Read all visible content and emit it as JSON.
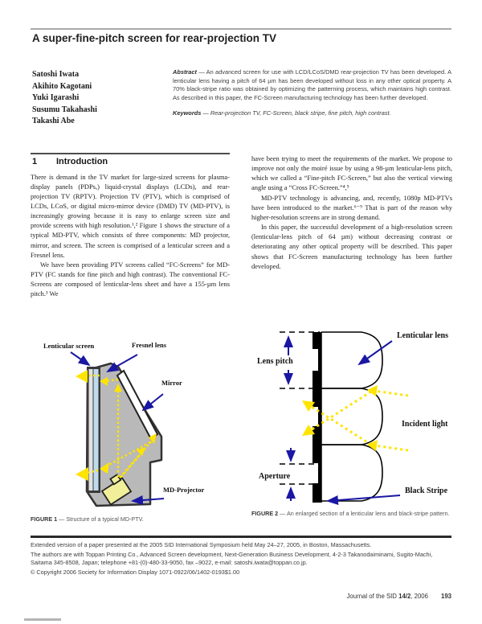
{
  "header": {
    "title": "A super-fine-pitch screen for rear-projection TV",
    "authors": [
      "Satoshi Iwata",
      "Akihito Kagotani",
      "Yuki Igarashi",
      "Susumu Takahashi",
      "Takashi Abe"
    ],
    "abstract": {
      "label": "Abstract",
      "text": " — An advanced screen for use with LCD/LCoS/DMD rear-projection TV has been developed. A lenticular lens having a pitch of 64 µm has been developed without loss in any other optical property. A 70% black-stripe ratio was obtained by optimizing the patterning process, which maintains high contrast. As described in this paper, the FC-Screen manufacturing technology has been further developed.",
      "keywords_label": "Keywords",
      "keywords_text": " — Rear-projection TV, FC-Screen, black stripe, fine pitch, high contrast."
    }
  },
  "section1": {
    "number": "1",
    "title": "Introduction",
    "col1": {
      "p1": "There is demand in the TV market for large-sized screens for plasma-display panels (PDPs,) liquid-crystal displays (LCDs), and rear-projection TV (RPTV). Projection TV (PTV), which is comprised of LCDs, LCoS, or digital micro-mirror device (DMD) TV (MD-PTV), is increasingly growing because it is easy to enlarge screen size and provide screens with high resolution.¹,² Figure 1 shows the structure of a typical MD-PTV, which consists of three components: MD projector, mirror, and screen. The screen is comprised of a lenticular screen and a Fresnel lens.",
      "p2": "We have been providing PTV screens called “FC-Screens” for MD-PTV (FC stands for fine pitch and high contrast). The conventional FC-Screens are composed of lenticular-lens sheet and have a 155-µm lens pitch.³ We"
    },
    "col2": {
      "p1": "have been trying to meet the requirements of the market. We propose to improve not only the moiré issue by using a 98-µm lenticular-lens pitch, which we called a “Fine-pitch FC-Screen,” but also the vertical viewing angle using a “Cross FC-Screen.”⁴,⁵",
      "p2": "MD-PTV technology is advancing, and, recently, 1080p MD-PTVs have been introduced to the market.⁶⁻⁹ That is part of the reason why higher-resolution screens are in strong demand.",
      "p3": "In this paper, the successful development of a high-resolution screen (lenticular-lens pitch of 64 µm) without decreasing contrast or deteriorating any other optical property will be described. This paper shows that FC-Screen manufacturing technology has been further developed."
    }
  },
  "figure1": {
    "labels": {
      "lenticular_screen": "Lenticular screen",
      "fresnel_lens": "Fresnel lens",
      "mirror": "Mirror",
      "projector": "MD-Projector"
    },
    "caption": {
      "label": "FIGURE 1",
      "text": " — Structure of a typical MD-PTV."
    }
  },
  "figure2": {
    "labels": {
      "lens_pitch": "Lens pitch",
      "lenticular_lens": "Lenticular lens",
      "incident_light": "Incident light",
      "aperture": "Aperture",
      "black_stripe": "Black Stripe"
    },
    "caption": {
      "label": "FIGURE 2",
      "text": " — An enlarged section of a lenticular lens and black-stripe pattern."
    }
  },
  "footnotes": {
    "line1": "Extended version of a paper presented at the 2005 SID International Symposium held May 24–27, 2005, in Boston, Massachusetts.",
    "line2": "The authors are with Toppan Printing Co., Advanced Screen development, Next-Generation Business Development, 4-2-3 Takanodaiminami, Sugito-Machi, Saitama 345-8508, Japan; telephone +81-(0)-480-33-9050, fax –9022, e-mail: satoshi.iwata@toppan.co.jp.",
    "line3": "© Copyright 2006 Society for Information Display 1071-0922/06/1402-0193$1.00"
  },
  "footer": {
    "journal": "Journal of the SID ",
    "issue": "14/2",
    "year": ", 2006",
    "page": "193"
  },
  "colors": {
    "label_arrow_blue": "#1a17a3",
    "light_ray_yellow": "#ffe400",
    "cabinet_gray": "#b9b9b9",
    "screen_blue": "#bfdcee",
    "projector_yellow": "#f2ef9a"
  }
}
